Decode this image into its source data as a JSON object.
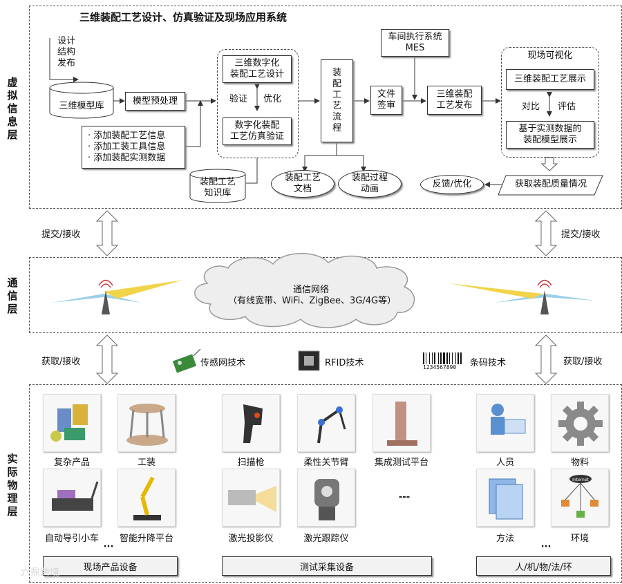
{
  "layers": {
    "virtual": {
      "label": "虚拟信息层",
      "title": "三维装配工艺设计、仿真验证及现场应用系统"
    },
    "comm": {
      "label": "通信层"
    },
    "physical": {
      "label": "实际物理层"
    }
  },
  "virtual": {
    "design_input": "设计\n结构\n发布",
    "model_db": "三维模型库",
    "preprocess": "模型预处理",
    "add_items": [
      "· 添加装配工艺信息",
      "· 添加工装工具信息",
      "· 添加装配实测数据"
    ],
    "knowledge_db": "装配工艺\n知识库",
    "digital_design": "三维数字化\n装配工艺设计",
    "verify": "验证",
    "optimize": "优化",
    "sim_verify": "数字化装配\n工艺仿真验证",
    "assembly_flow": "装配工艺流程",
    "process_doc": "装配工艺\n文档",
    "process_anim": "装配过程\n动画",
    "file_sign": "文件\n签审",
    "mes": "车间执行系统\nMES",
    "publish": "三维装配\n工艺发布",
    "visual_title": "现场可视化",
    "show_3d": "三维装配工艺展示",
    "compare": "对比",
    "evaluate": "评估",
    "show_measured": "基于实测数据的\n装配模型展示",
    "feedback": "反馈/优化",
    "quality": "获取装配质量情况"
  },
  "comm": {
    "submit_left": "提交/接收",
    "submit_right": "提交/接收",
    "network": "通信网络\n（有线宽带、WiFi、ZigBee、3G/4G等）",
    "get_left": "获取/接收",
    "get_right": "获取/接收",
    "sensor": "传感网技术",
    "rfid": "RFID技术",
    "barcode": "条码技术",
    "barcode_digits": "1234567890"
  },
  "physical": {
    "items_left": [
      "复杂产品",
      "工装",
      "自动导引小车",
      "智能升降平台"
    ],
    "items_mid": [
      "扫描枪",
      "柔性关节臂",
      "集成测试平台",
      "激光投影仪",
      "激光跟踪仪"
    ],
    "items_right": [
      "人员",
      "物料",
      "方法",
      "环境"
    ],
    "ellipsis": "···",
    "dash": "---",
    "categories": [
      "现场产品设备",
      "测试采集设备",
      "人/机/物/法/环"
    ],
    "internet_label": "Internet"
  },
  "watermark": "六鼎跨境",
  "icons": [
    "cylinder-db-icon",
    "cloud-icon",
    "antenna-icon",
    "chip-icon",
    "barcode-icon",
    "gear-icon",
    "document-icon",
    "people-icon"
  ]
}
